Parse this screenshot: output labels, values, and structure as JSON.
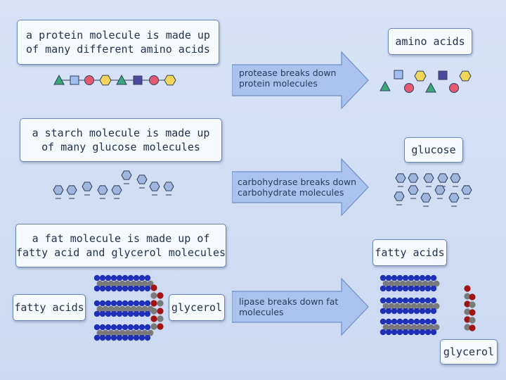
{
  "protein": {
    "box_lines": [
      "a protein molecule is made up",
      "of many different amino acids"
    ],
    "arrow_lines": [
      "protease breaks down",
      "protein molecules"
    ],
    "product": "amino acids"
  },
  "starch": {
    "box_lines": [
      "a starch molecule is made up",
      "of many glucose molecules"
    ],
    "arrow_lines": [
      "carbohydrase breaks down",
      "carbohydrate molecules"
    ],
    "product": "glucose"
  },
  "fat": {
    "box_lines": [
      "a fat molecule is made up of",
      "fatty acid and glycerol molecules"
    ],
    "arrow_lines": [
      "lipase breaks down fat",
      "molecules"
    ],
    "label_fatty_acids_left": "fatty acids",
    "label_glycerol_left": "glycerol",
    "product_fatty_acids": "fatty acids",
    "product_glycerol": "glycerol"
  },
  "colors": {
    "background": "#cddcf3",
    "arrow_fill": "#a9c3ee",
    "amino_triangle": "#3aa87a",
    "amino_square": "#9fc0ee",
    "amino_circle": "#e35a72",
    "amino_hexagon": "#f2d45a",
    "amino_purple": "#4c4aa0",
    "glucose": "#9fb6df",
    "fatty_acid_blue": "#1f2fb8",
    "fatty_acid_grey": "#7a7a7a",
    "glycerol_red": "#a01414"
  }
}
